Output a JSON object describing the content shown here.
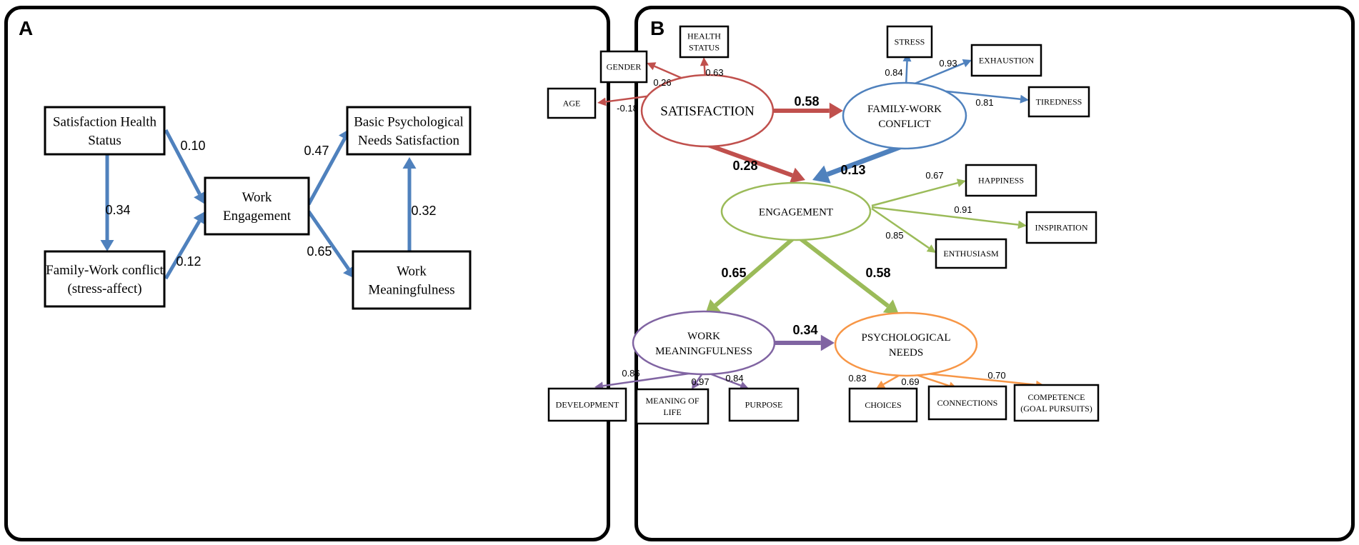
{
  "panel_a": {
    "label": "A",
    "nodes": {
      "satisfaction_health": [
        "Satisfaction Health",
        "Status"
      ],
      "family_work": [
        "Family-Work conflict",
        "(stress-affect)"
      ],
      "work_engagement": [
        "Work",
        "Engagement"
      ],
      "basic_needs": [
        "Basic Psychological",
        "Needs Satisfaction"
      ],
      "work_meaningfulness": [
        "Work",
        "Meaningfulness"
      ]
    },
    "paths": {
      "sat_to_eng": "0.10",
      "sat_to_fam": "0.34",
      "fam_to_eng": "0.12",
      "eng_to_needs": "0.47",
      "eng_to_mean": "0.65",
      "mean_to_needs": "0.32"
    }
  },
  "panel_b": {
    "label": "B",
    "colors": {
      "red": "#c0504d",
      "blue": "#4f81bd",
      "green": "#9bbb59",
      "purple": "#8064a2",
      "orange": "#f79646"
    },
    "latent": {
      "satisfaction": [
        "SATISFACTION"
      ],
      "family_work": [
        "FAMILY-WORK",
        "CONFLICT"
      ],
      "engagement": [
        "ENGAGEMENT"
      ],
      "work_meaningfulness": [
        "WORK",
        "MEANINGFULNESS"
      ],
      "psych_needs": [
        "PSYCHOLOGICAL",
        "NEEDS"
      ]
    },
    "indicators": {
      "health_status": [
        "HEALTH",
        "STATUS"
      ],
      "gender": [
        "GENDER"
      ],
      "age": [
        "AGE"
      ],
      "stress": [
        "STRESS"
      ],
      "exhaustion": [
        "EXHAUSTION"
      ],
      "tiredness": [
        "TIREDNESS"
      ],
      "happiness": [
        "HAPPINESS"
      ],
      "inspiration": [
        "INSPIRATION"
      ],
      "enthusiasm": [
        "ENTHUSIASM"
      ],
      "development": [
        "DEVELOPMENT"
      ],
      "meaning_of_life": [
        "MEANING OF",
        "LIFE"
      ],
      "purpose": [
        "PURPOSE"
      ],
      "choices": [
        "CHOICES"
      ],
      "connections": [
        "CONNECTIONS"
      ],
      "competence": [
        "COMPETENCE",
        "(GOAL PURSUITS)"
      ]
    },
    "loadings": {
      "health_status": "0.63",
      "gender": "0.26",
      "age": "-0.18",
      "stress": "0.84",
      "exhaustion": "0.93",
      "tiredness": "0.81",
      "happiness": "0.67",
      "inspiration": "0.91",
      "enthusiasm": "0.85",
      "development": "0.86",
      "meaning_of_life": "0.97",
      "purpose": "0.84",
      "choices": "0.83",
      "connections": "0.69",
      "competence": "0.70"
    },
    "paths": {
      "sat_to_fam": "0.58",
      "sat_to_eng": "0.28",
      "fam_to_eng": "0.13",
      "eng_to_mean": "0.65",
      "eng_to_needs": "0.58",
      "mean_to_needs": "0.34"
    }
  }
}
